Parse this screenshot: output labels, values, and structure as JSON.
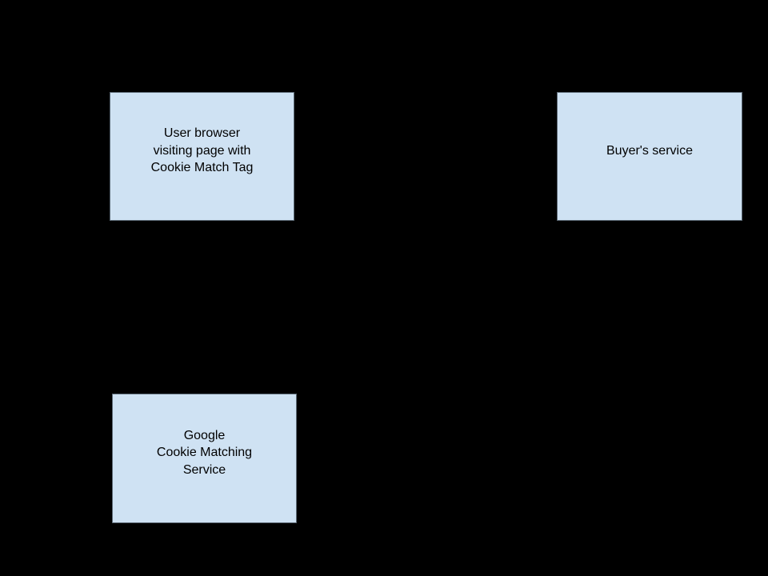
{
  "canvas": {
    "background_color": "#000000"
  },
  "diagram": {
    "type": "flow-diagram",
    "title": "",
    "nodes": [
      {
        "id": "user-browser",
        "label": "User browser visiting page with Cookie Match Tag",
        "lines": [
          "User browser",
          "visiting page with",
          "Cookie Match Tag"
        ],
        "fill_color": "#cfe2f3",
        "edge_color": "#5d6a76",
        "text_color": "#000000"
      },
      {
        "id": "buyers-service",
        "label": "Buyer's service",
        "lines": [
          "Buyer's service"
        ],
        "fill_color": "#cfe2f3",
        "edge_color": "#5d6a76",
        "text_color": "#000000"
      },
      {
        "id": "google-cookie-matching-service",
        "label": "Google Cookie Matching Service",
        "lines": [
          "Google",
          "Cookie Matching",
          "Service"
        ],
        "fill_color": "#cfe2f3",
        "edge_color": "#5d6a76",
        "text_color": "#000000"
      }
    ]
  }
}
